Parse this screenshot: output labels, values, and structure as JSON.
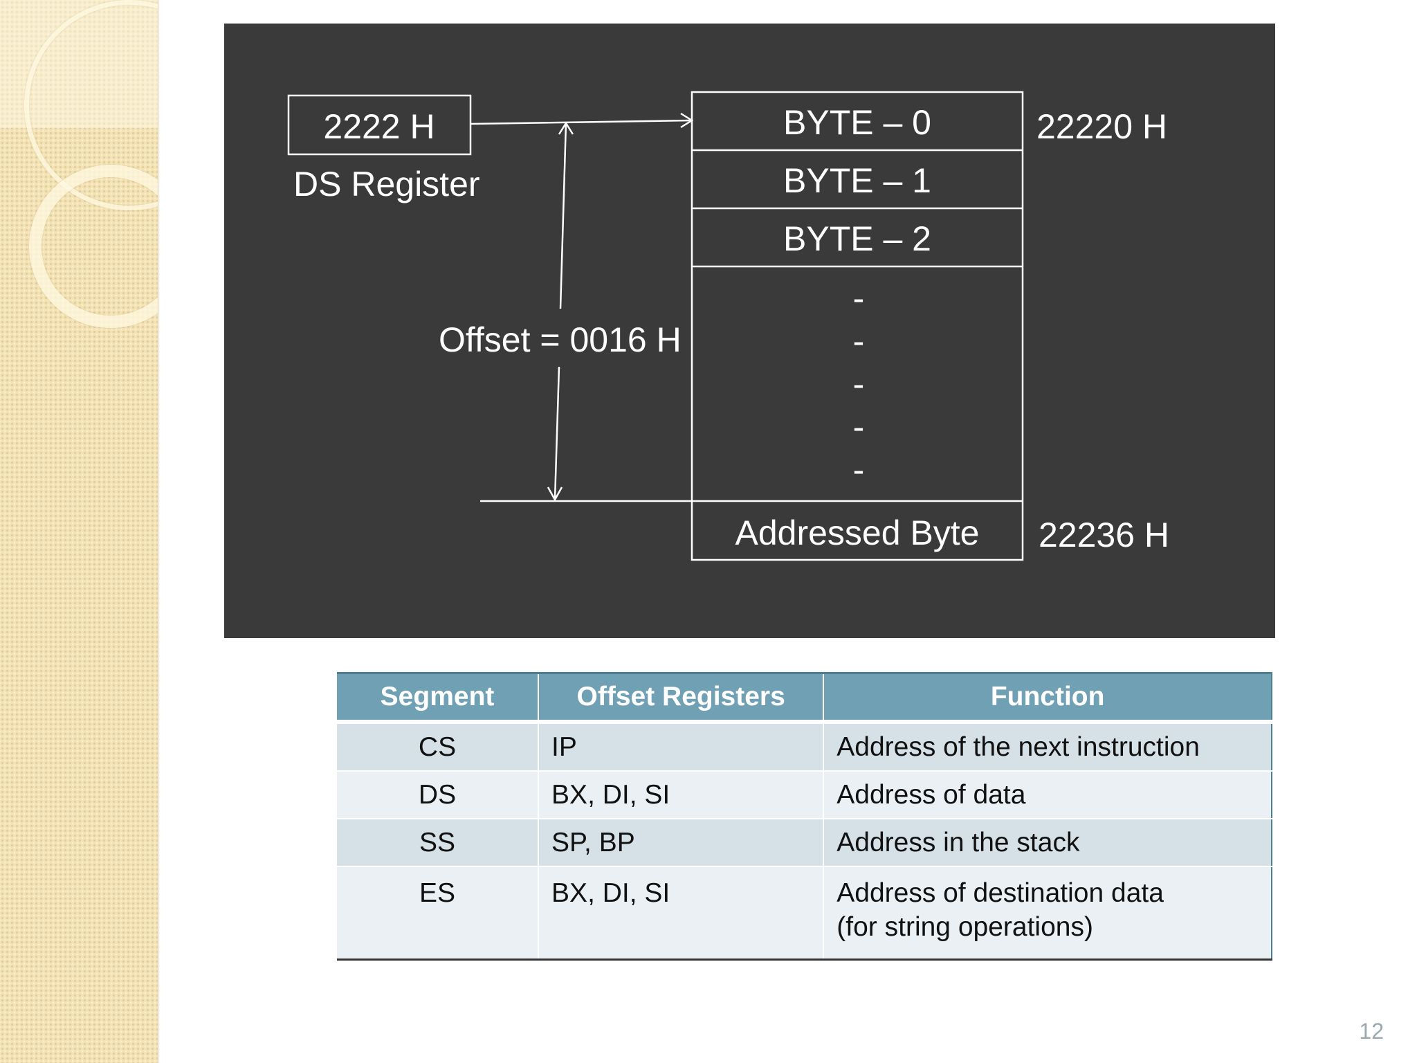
{
  "diagram": {
    "register_value": "2222 H",
    "register_label": "DS Register",
    "offset_label": "Offset = 0016 H",
    "memory_cells": [
      "BYTE – 0",
      "BYTE – 1",
      "BYTE – 2"
    ],
    "gap_marks": [
      "-",
      "-",
      "-",
      "-",
      "-"
    ],
    "addressed_label": "Addressed Byte",
    "start_address": "22220 H",
    "addressed_address": "22236 H"
  },
  "table": {
    "headers": [
      "Segment",
      "Offset Registers",
      "Function"
    ],
    "rows": [
      {
        "segment": "CS",
        "offset": "IP",
        "function": "Address of the next instruction"
      },
      {
        "segment": "DS",
        "offset": "BX, DI, SI",
        "function": "Address of data"
      },
      {
        "segment": "SS",
        "offset": "SP, BP",
        "function": "Address in the stack"
      },
      {
        "segment": "ES",
        "offset": "BX, DI, SI",
        "function": "Address of destination data",
        "function_line2": "(for string operations)"
      }
    ]
  },
  "slide": {
    "page_number": "12"
  }
}
